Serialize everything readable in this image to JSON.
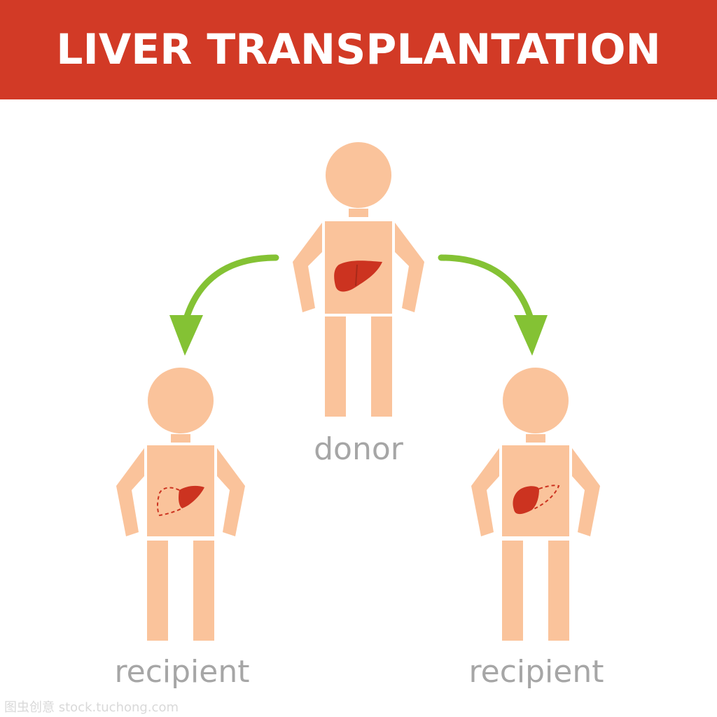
{
  "header": {
    "title": "LIVER TRANSPLANTATION"
  },
  "figures": {
    "donor": {
      "label": "donor",
      "liver": "whole"
    },
    "recipient_left": {
      "label": "recipient",
      "liver": "right-lobe-with-dashed-outline"
    },
    "recipient_right": {
      "label": "recipient",
      "liver": "left-lobe-with-dashed-outline"
    }
  },
  "watermark": {
    "text": "图虫创意 stock.tuchong.com"
  },
  "colors": {
    "banner": "#d23a26",
    "banner_text": "#ffffff",
    "skin": "#fac39b",
    "liver": "#cc3320",
    "liver_outline": "#a82a1a",
    "arrow": "#84c234",
    "label_text": "#a6a6a6",
    "background": "#ffffff"
  },
  "icons": {
    "arrows": [
      "arrow-to-left-recipient-icon",
      "arrow-to-right-recipient-icon"
    ],
    "organ": "liver-icon"
  }
}
